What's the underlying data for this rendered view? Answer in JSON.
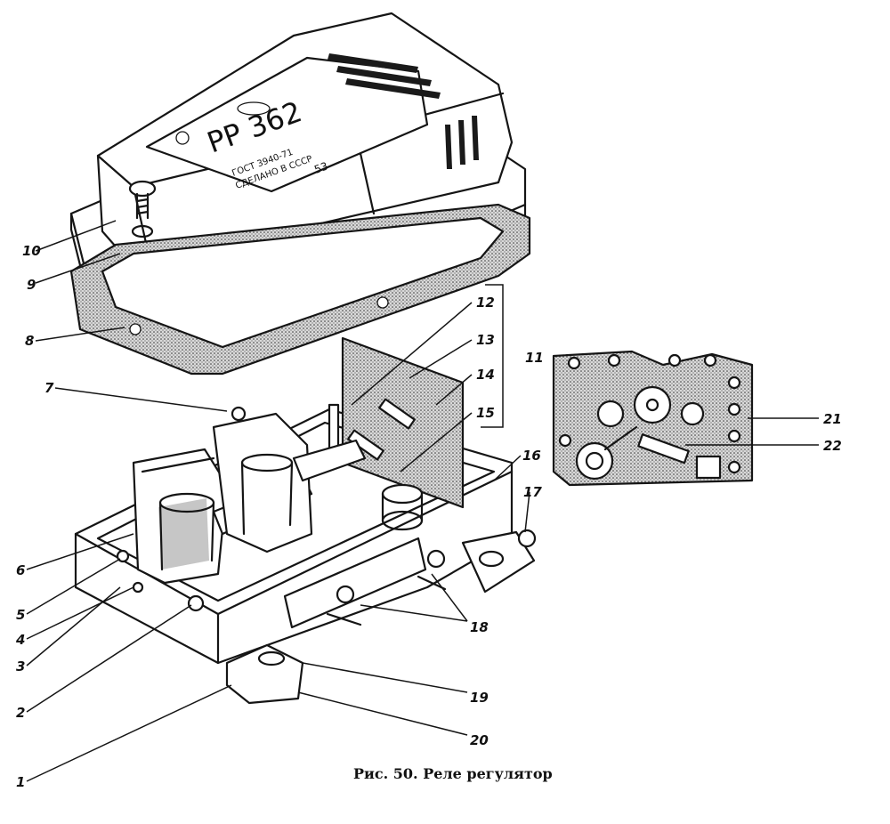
{
  "figure": {
    "caption": "Рис. 50. Реле регулятор",
    "cover_marking": {
      "model": "PP 362",
      "line1": "ГОСТ 3940-71",
      "line2": "СДЕЛАНО В СССР",
      "line3": "53"
    },
    "callouts": [
      "1",
      "2",
      "3",
      "4",
      "5",
      "6",
      "7",
      "8",
      "9",
      "10",
      "11",
      "12",
      "13",
      "14",
      "15",
      "16",
      "17",
      "18",
      "19",
      "20",
      "21",
      "22"
    ],
    "colors": {
      "ink": "#151515",
      "paper": "#ffffff"
    },
    "icons": [
      "cover-drawing",
      "gasket-drawing",
      "base-housing-drawing",
      "detail-plate-drawing"
    ]
  }
}
